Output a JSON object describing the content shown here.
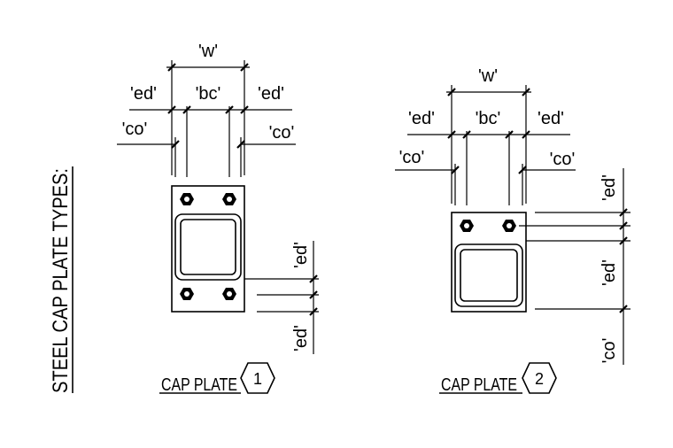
{
  "title": "STEEL CAP PLATE TYPES:",
  "labels": {
    "w": "'w'",
    "ed": "'ed'",
    "bc": "'bc'",
    "co": "'co'"
  },
  "details": [
    {
      "caption": "CAP PLATE",
      "number": "1"
    },
    {
      "caption": "CAP PLATE",
      "number": "2"
    }
  ]
}
